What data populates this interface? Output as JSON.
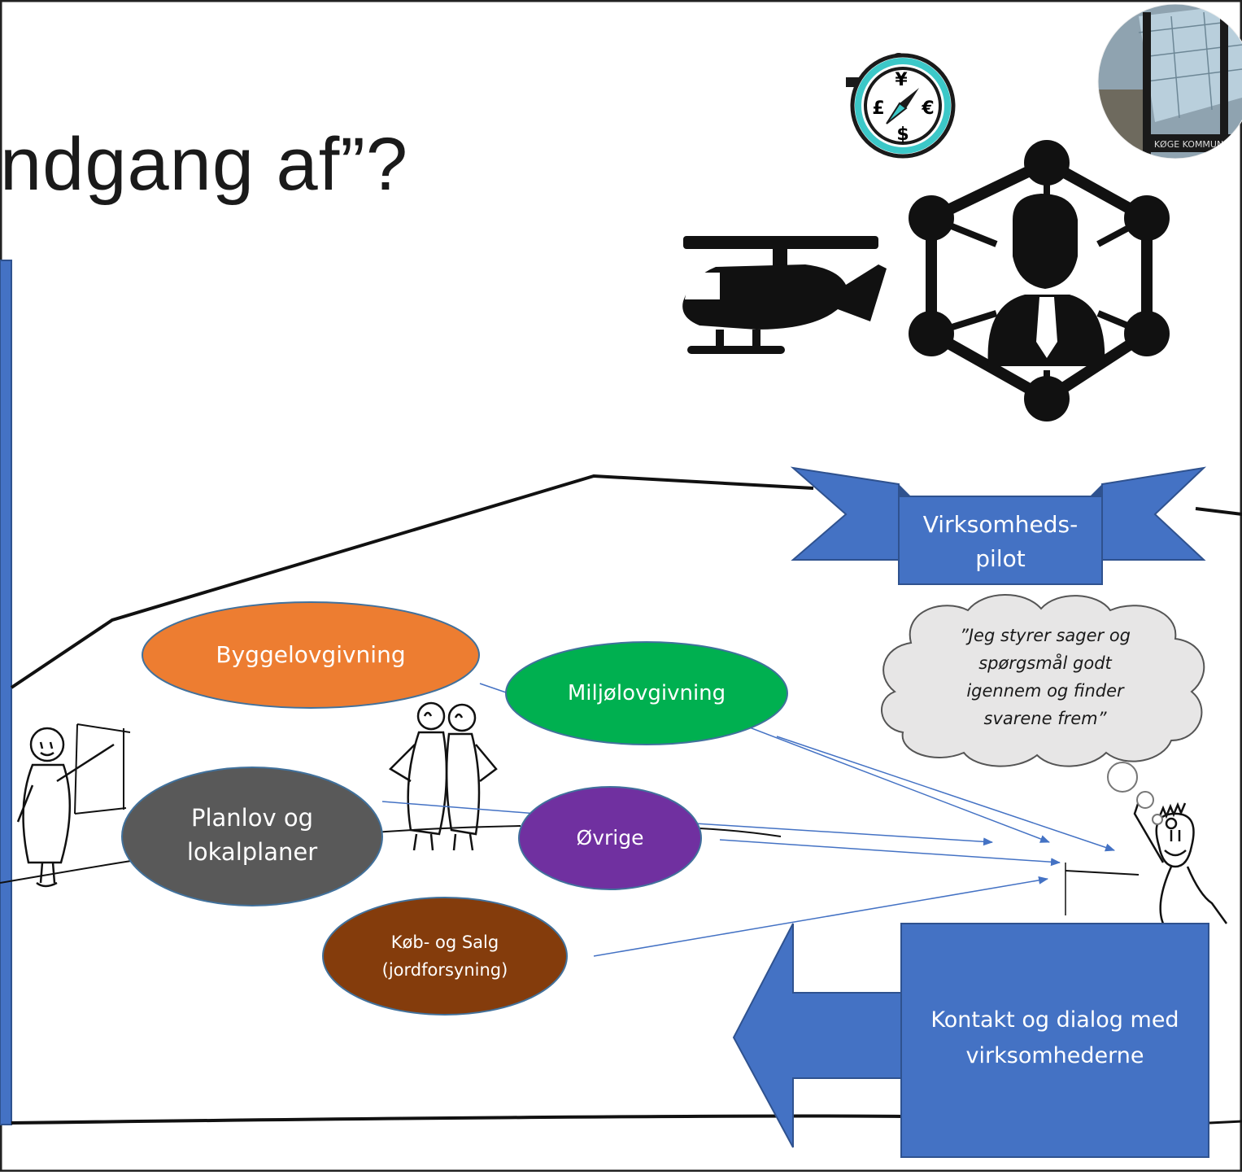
{
  "title": "ndgang af”?",
  "ellipses": {
    "byggelov": "Byggelovgivning",
    "miljo": "Miljølovgivning",
    "planlov_1": "Planlov og",
    "planlov_2": "lokalplaner",
    "ovrige": "Øvrige",
    "kob_1": "Køb- og Salg",
    "kob_2": "(jordforsyning)"
  },
  "banner": {
    "line1": "Virksomheds-",
    "line2": "pilot"
  },
  "thought": {
    "line1": "”Jeg styrer sager og",
    "line2": "spørgsmål godt",
    "line3": "igennem og finder",
    "line4": "svarene frem”"
  },
  "contact": {
    "line1": "Kontakt og dialog med",
    "line2": "virksomhederne"
  },
  "building_sign": "KØGE KOMMUNE",
  "colors": {
    "blue": "#4472C4",
    "orange": "#ED7D31",
    "green": "#00B050",
    "gray": "#595959",
    "purple": "#7030A0",
    "brown": "#843C0C",
    "cloud": "#E7E6E6",
    "teal": "#3CC8C8"
  },
  "icons": [
    "compass-icon",
    "building-photo",
    "helicopter-icon",
    "network-person-icon",
    "person-figure"
  ]
}
